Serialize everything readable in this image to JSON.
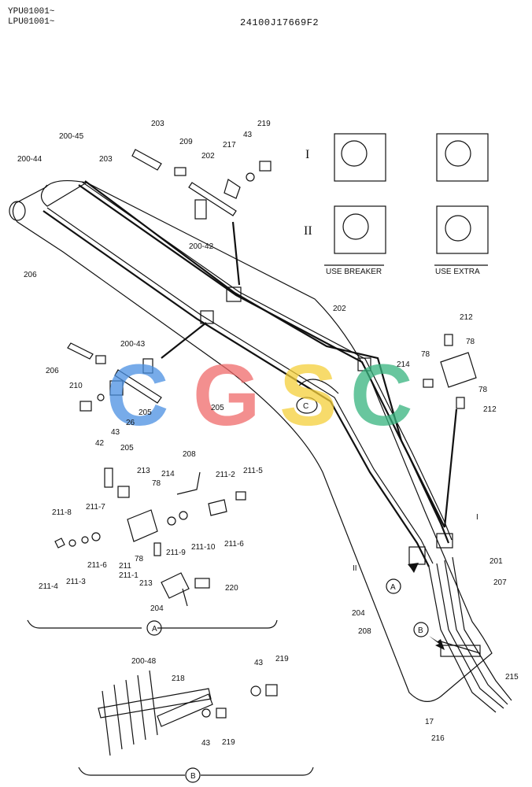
{
  "header": {
    "serial_1": "YPU01001~",
    "serial_2": "LPU01001~",
    "part_number": "24100J17669F2"
  },
  "valve_views": {
    "row_1_marker": "I",
    "row_2_marker": "II",
    "caption_left": "USE BREAKER",
    "caption_right": "USE EXTRA"
  },
  "detail_labels": {
    "a": "A",
    "b": "B",
    "c": "C",
    "callout_i": "I",
    "callout_ii": "II"
  },
  "parts": {
    "p203a": "203",
    "p209": "209",
    "p202a": "202",
    "p217": "217",
    "p43a": "43",
    "p219a": "219",
    "p200_42": "200-42",
    "p200_45": "200-45",
    "p203b": "203",
    "p200_44": "200-44",
    "p206a": "206",
    "p202b": "202",
    "p212a": "212",
    "p78a": "78",
    "p78b": "78",
    "p214a": "214",
    "p78c": "78",
    "p212b": "212",
    "p200_43": "200-43",
    "p206b": "206",
    "p210": "210",
    "p42": "42",
    "p43b": "43",
    "p26": "26",
    "p205a": "205",
    "p205b": "205",
    "p205c": "205",
    "p208a": "208",
    "p213a": "213",
    "p214b": "214",
    "p78d": "78",
    "p211_2": "211-2",
    "p211_5": "211-5",
    "p211_8": "211-8",
    "p211_7": "211-7",
    "p211_6a": "211-6",
    "p211_10": "211-10",
    "p211_6b": "211-6",
    "p211_9": "211-9",
    "p211_4": "211-4",
    "p211_3": "211-3",
    "p211": "211",
    "p211_1": "211-1",
    "p78e": "78",
    "p213b": "213",
    "p220": "220",
    "p204a": "204",
    "p201": "201",
    "p207": "207",
    "p204b": "204",
    "p208b": "208",
    "p215": "215",
    "p17": "17",
    "p216": "216",
    "p200_48": "200-48",
    "p218": "218",
    "p43c": "43",
    "p219b": "219",
    "p43d": "43",
    "p219c": "219"
  },
  "watermark": {
    "letters": [
      "C",
      "G",
      "S",
      "C"
    ],
    "colors": [
      "#4a90e2",
      "#f06a6a",
      "#f5cf3a",
      "#36b37e"
    ]
  }
}
